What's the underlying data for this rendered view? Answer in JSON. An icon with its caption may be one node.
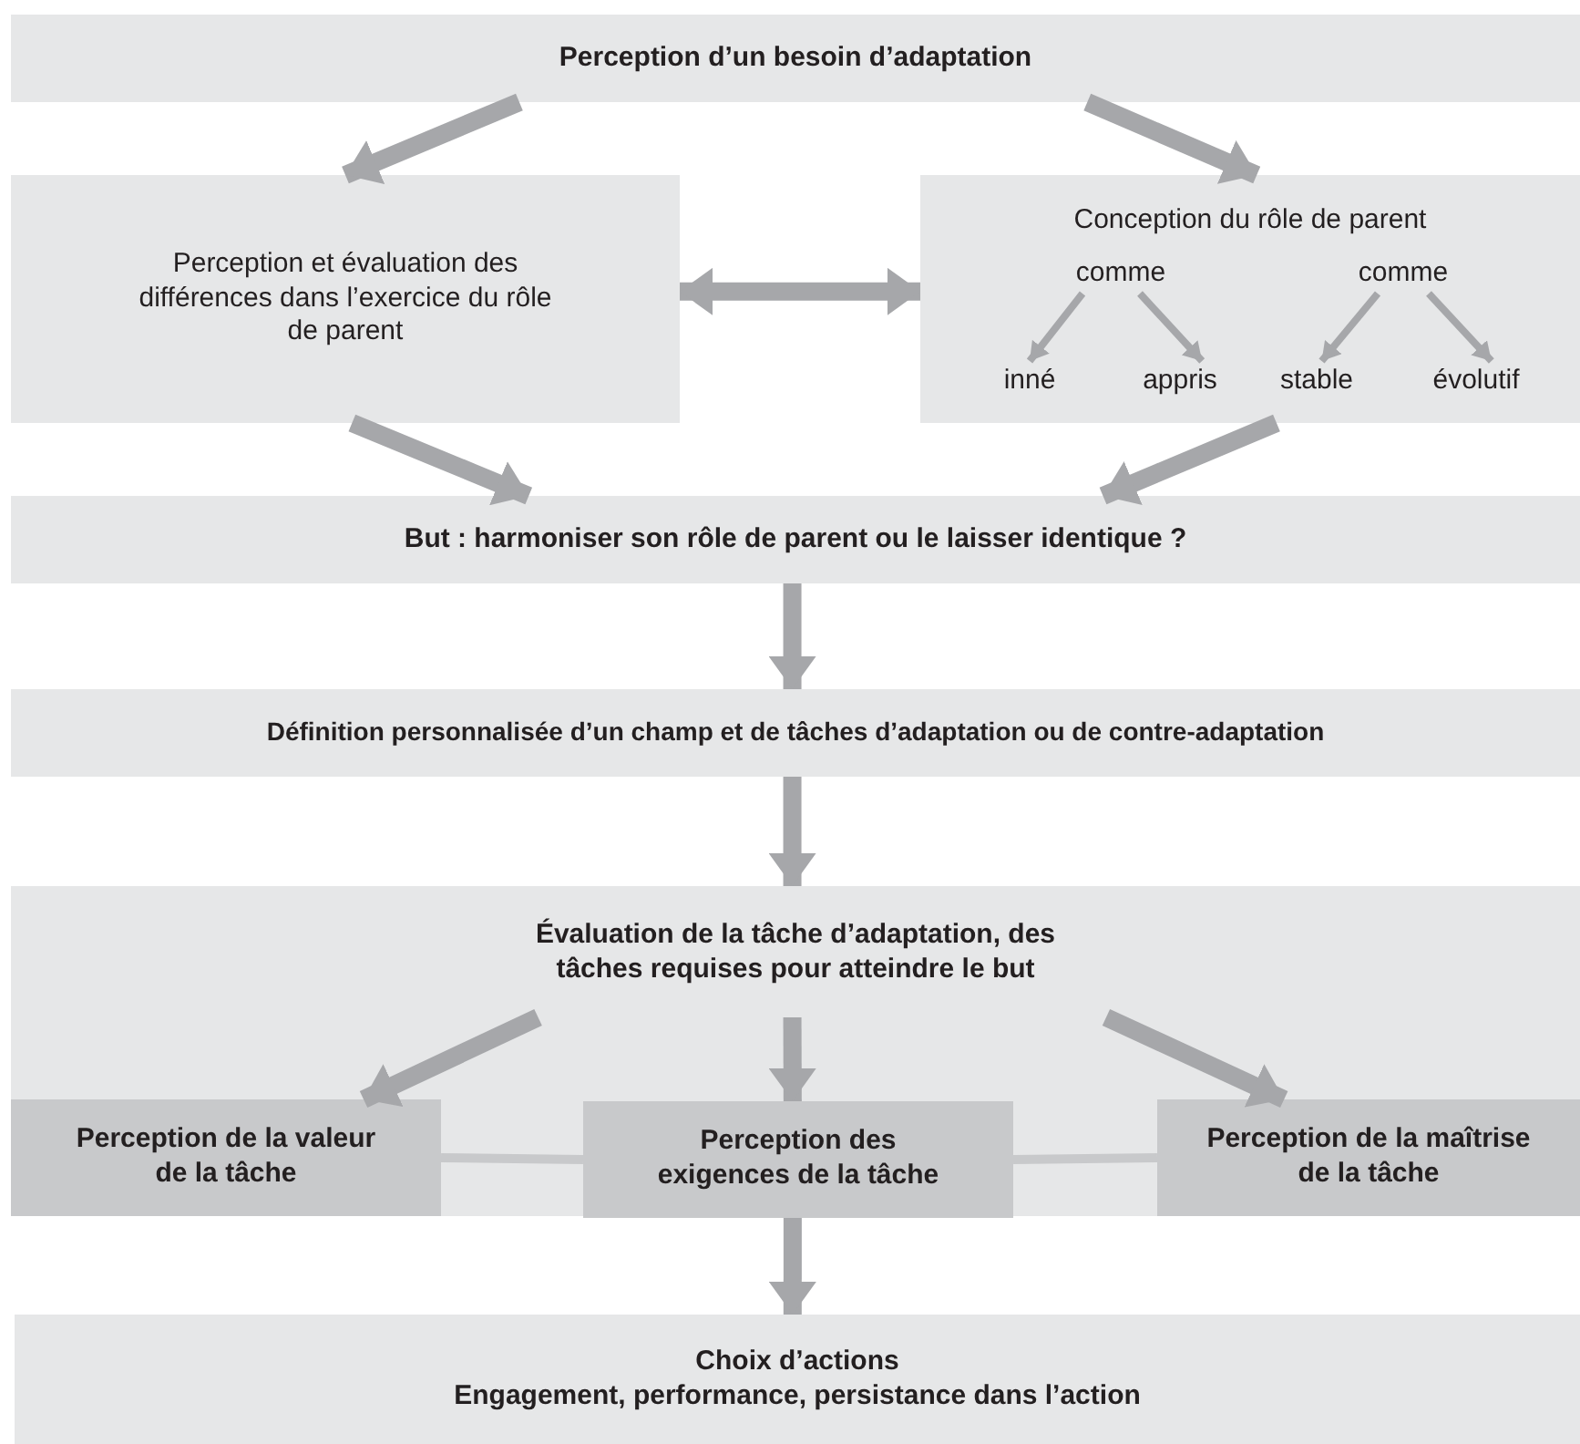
{
  "diagram": {
    "nodes": [
      {
        "text": [
          "Perception d’un besoin d’adaptation"
        ]
      },
      {
        "text": [
          "Perception et évaluation des différences dans l’exercice du rôle de parent"
        ]
      },
      {
        "text": [
          "Conception du rôle de parent"
        ]
      },
      {
        "text": [
          "comme"
        ],
        "in": 2
      },
      {
        "text": [
          "comme"
        ],
        "in": 2
      },
      {
        "text": [
          "inné"
        ],
        "in": 2
      },
      {
        "text": [
          "appris"
        ],
        "in": 2
      },
      {
        "text": [
          "stable"
        ],
        "in": 2
      },
      {
        "text": [
          "évolutif"
        ],
        "in": 2
      },
      {
        "text": [
          "But : harmoniser son rôle de parent ou le laisser identique ?"
        ]
      },
      {
        "text": [
          "Définition personnalisée d’un champ et de tâches d’adaptation ou de contre-adaptation"
        ]
      },
      {
        "text": [
          "Évaluation de la tâche d’adaptation, des tâches requises pour atteindre le but"
        ]
      },
      {
        "text": [
          "Perception de la valeur de la tâche"
        ]
      },
      {
        "text": [
          "Perception des exigences de la tâche"
        ]
      },
      {
        "text": [
          "Perception de la maîtrise de la tâche"
        ]
      },
      {
        "text": [
          "Choix d’actions",
          "Engagement, performance, persistance dans l’action"
        ]
      }
    ],
    "edges": [
      {
        "from": 0,
        "to": 1,
        "arrow": "to"
      },
      {
        "from": 0,
        "to": 2,
        "arrow": "to"
      },
      {
        "from": 1,
        "to": 2,
        "arrow": "both"
      },
      {
        "from": 3,
        "to": 5,
        "arrow": "to"
      },
      {
        "from": 3,
        "to": 6,
        "arrow": "to"
      },
      {
        "from": 4,
        "to": 7,
        "arrow": "to"
      },
      {
        "from": 4,
        "to": 8,
        "arrow": "to"
      },
      {
        "from": 1,
        "to": 9,
        "arrow": "to"
      },
      {
        "from": 2,
        "to": 9,
        "arrow": "to"
      },
      {
        "from": 9,
        "to": 10,
        "arrow": "to"
      },
      {
        "from": 10,
        "to": 11,
        "arrow": "to"
      },
      {
        "from": 11,
        "to": 12,
        "arrow": "to"
      },
      {
        "from": 11,
        "to": 13,
        "arrow": "to"
      },
      {
        "from": 11,
        "to": 14,
        "arrow": "to"
      },
      {
        "from": 12,
        "to": 13,
        "arrow": "none",
        "color": "#c8c9cb"
      },
      {
        "from": 13,
        "to": 14,
        "arrow": "none",
        "color": "#c8c9cb"
      },
      {
        "from": 13,
        "to": 15,
        "arrow": "to"
      }
    ]
  }
}
